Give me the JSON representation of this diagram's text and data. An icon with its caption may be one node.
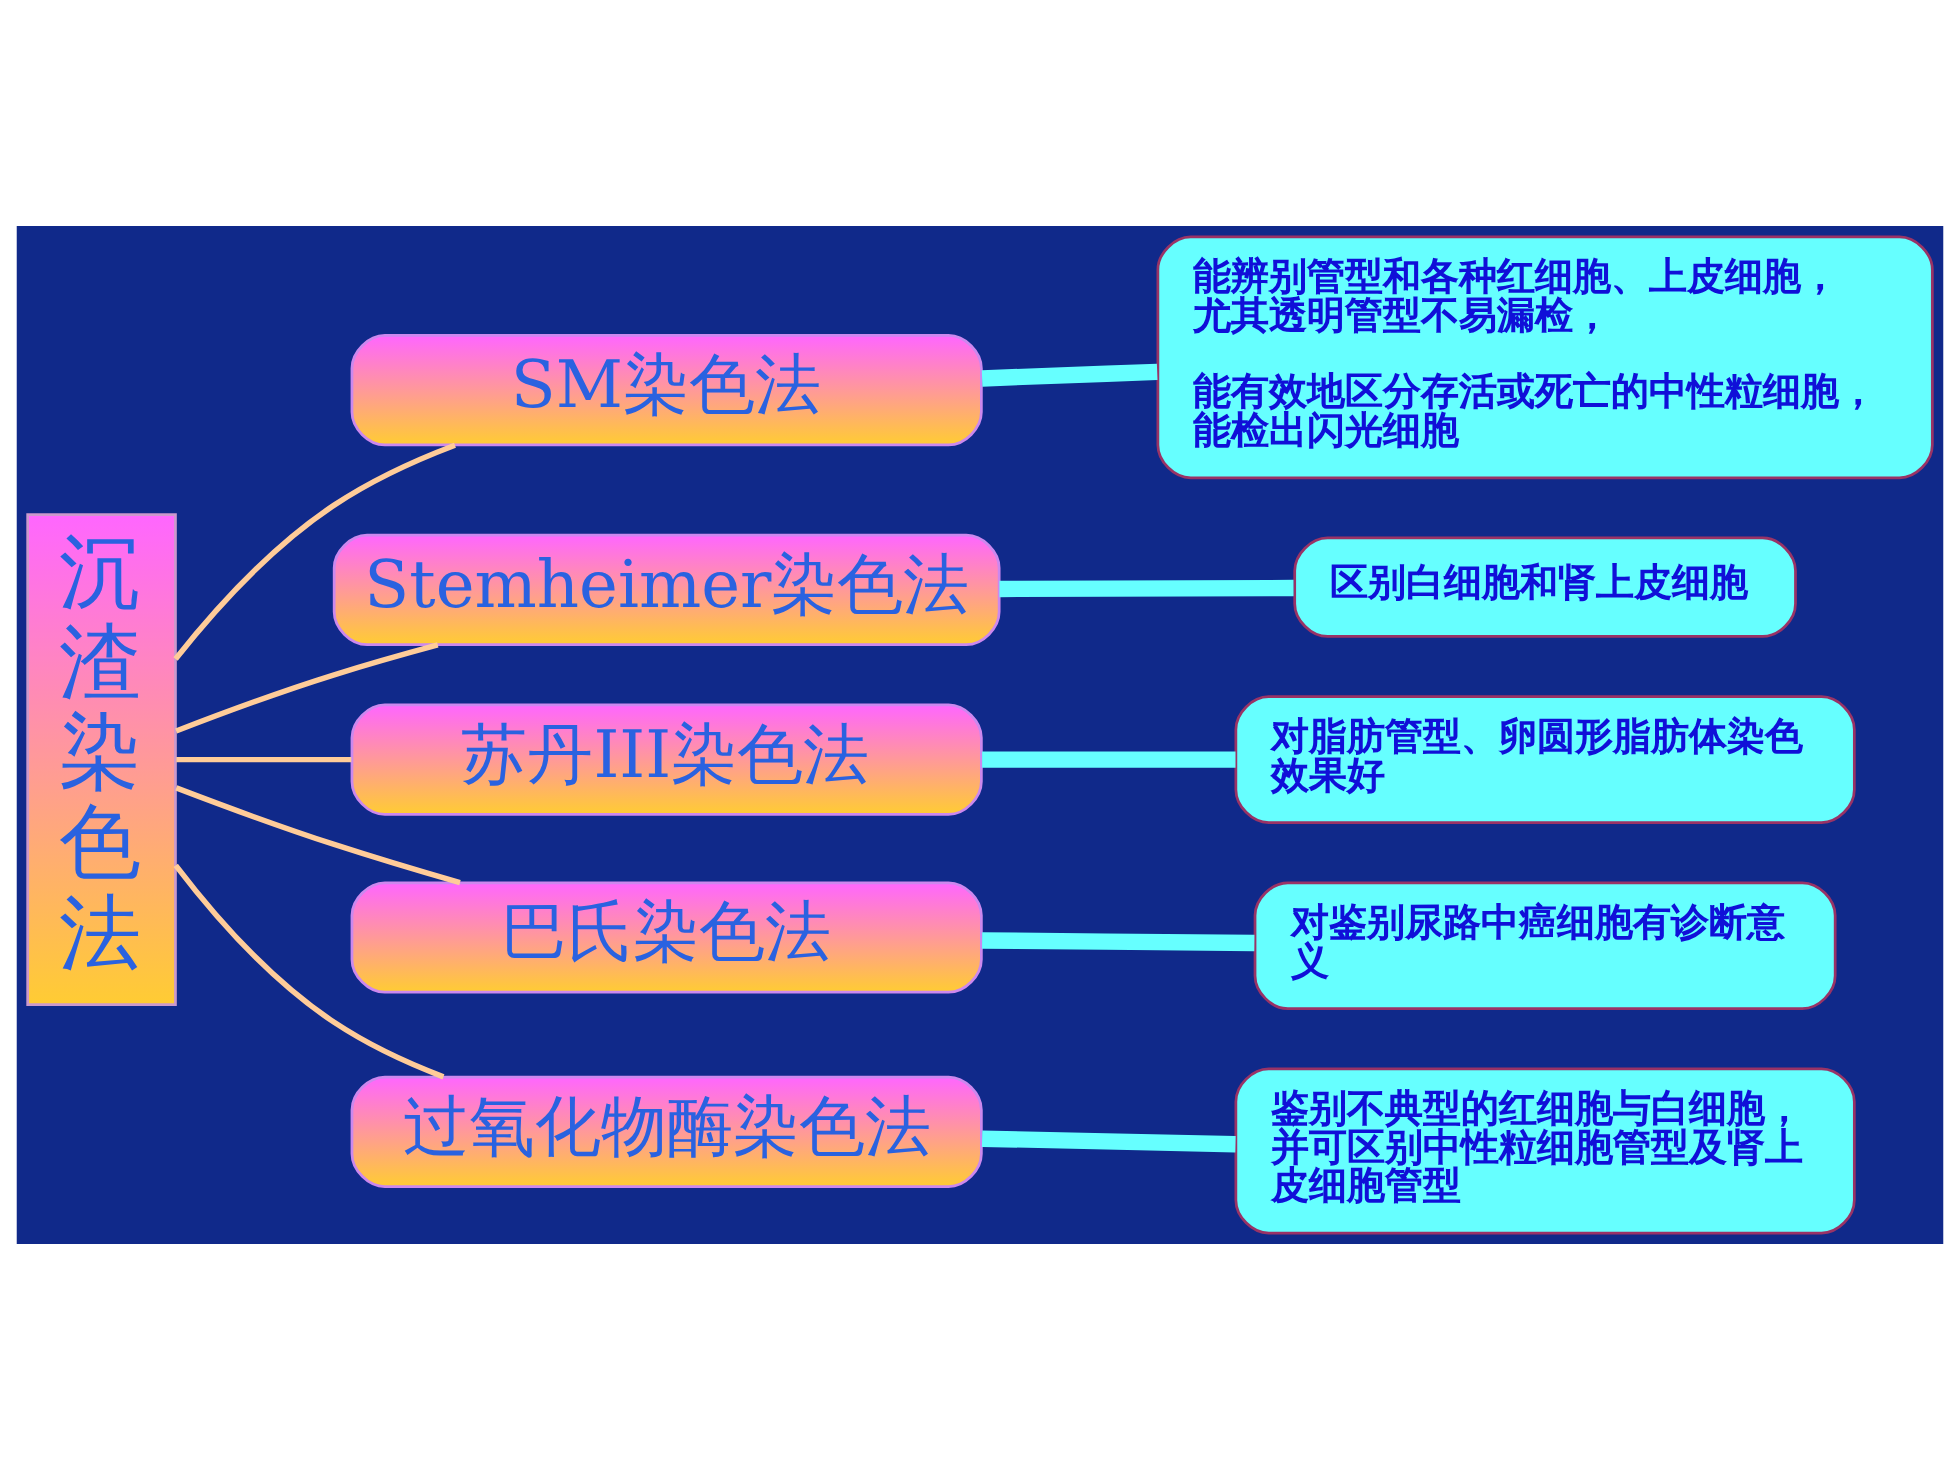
{
  "diagram": {
    "nodes": [
      {
        "text": [
          "沉渣染色法"
        ]
      },
      {
        "text": [
          "SM染色法"
        ]
      },
      {
        "text": [
          "能辨别管型和各种红细胞、上皮细胞，尤其透明管型不易漏检，",
          "能有效地区分存活或死亡的中性粒细胞，能检出闪光细胞"
        ]
      },
      {
        "text": [
          "Stemheimer染色法"
        ]
      },
      {
        "text": [
          "区别白细胞和肾上皮细胞"
        ]
      },
      {
        "text": [
          "苏丹III染色法"
        ]
      },
      {
        "text": [
          "对脂肪管型、卵圆形脂肪体染色效果好"
        ]
      },
      {
        "text": [
          "巴氏染色法"
        ]
      },
      {
        "text": [
          "对鉴别尿路中癌细胞有诊断意义"
        ]
      },
      {
        "text": [
          "过氧化物酶染色法"
        ]
      },
      {
        "text": [
          "鉴别不典型的红细胞与白细胞，并可区别中性粒细胞管型及肾上皮细胞管型"
        ]
      }
    ],
    "edges": [
      {
        "from": 0,
        "to": 1,
        "arrow": "none",
        "color": "#ffcc99"
      },
      {
        "from": 0,
        "to": 3,
        "arrow": "none",
        "color": "#ffcc99"
      },
      {
        "from": 0,
        "to": 5,
        "arrow": "none",
        "color": "#ffcc99"
      },
      {
        "from": 0,
        "to": 7,
        "arrow": "none",
        "color": "#ffcc99"
      },
      {
        "from": 0,
        "to": 9,
        "arrow": "none",
        "color": "#ffcc99"
      },
      {
        "from": 1,
        "to": 2,
        "arrow": "none",
        "style": "thick",
        "color": "#66ffff"
      },
      {
        "from": 3,
        "to": 4,
        "arrow": "none",
        "style": "thick",
        "color": "#66ffff"
      },
      {
        "from": 5,
        "to": 6,
        "arrow": "none",
        "style": "thick",
        "color": "#66ffff"
      },
      {
        "from": 7,
        "to": 8,
        "arrow": "none",
        "style": "thick",
        "color": "#66ffff"
      },
      {
        "from": 9,
        "to": 10,
        "arrow": "none",
        "style": "thick",
        "color": "#66ffff"
      }
    ]
  }
}
